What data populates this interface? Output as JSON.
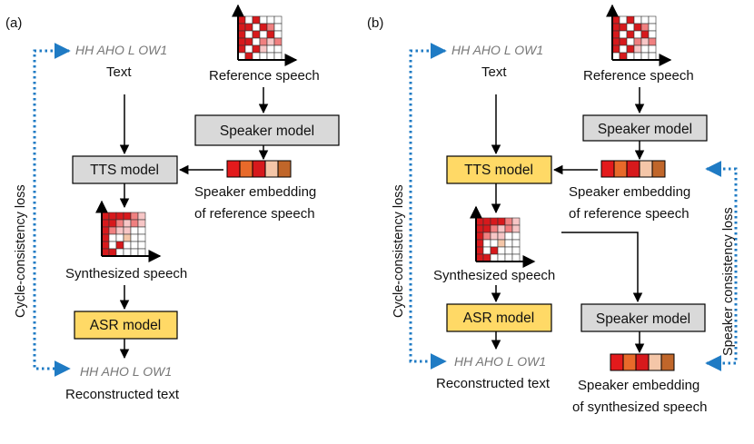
{
  "panels": {
    "a": {
      "label": "(a)",
      "phoneme_text": "HH AHO L OW1",
      "text_label": "Text",
      "reference_speech_label": "Reference speech",
      "speaker_model_label": "Speaker model",
      "tts_model_label": "TTS model",
      "speaker_embedding_label_line1": "Speaker embedding",
      "speaker_embedding_label_line2": "of reference speech",
      "synthesized_speech_label": "Synthesized speech",
      "asr_model_label": "ASR model",
      "reconstructed_phoneme_text": "HH AHO L OW1",
      "reconstructed_text_label": "Reconstructed text",
      "cycle_loss_label": "Cycle-consistency loss"
    },
    "b": {
      "label": "(b)",
      "phoneme_text": "HH AHO L OW1",
      "text_label": "Text",
      "reference_speech_label": "Reference speech",
      "speaker_model_label": "Speaker model",
      "tts_model_label": "TTS model",
      "speaker_embedding_label_line1": "Speaker embedding",
      "speaker_embedding_label_line2": "of reference speech",
      "synthesized_speech_label": "Synthesized speech",
      "asr_model_label": "ASR model",
      "reconstructed_phoneme_text": "HH AHO L OW1",
      "reconstructed_text_label": "Reconstructed text",
      "speaker_model_2_label": "Speaker model",
      "synth_embedding_label_line1": "Speaker embedding",
      "synth_embedding_label_line2": "of synthesized speech",
      "cycle_loss_label": "Cycle-consistency loss",
      "speaker_loss_label": "Speaker consistency loss"
    }
  },
  "colors": {
    "gray_box": "#d9d9d9",
    "yellow_box": "#ffd966",
    "loss_arrow": "#1f7bc4",
    "embedding_cells": [
      "#e31a1c",
      "#e86a2a",
      "#d7191c",
      "#f4c6a8",
      "#c0662a"
    ],
    "spectrogram_dark": "#d7191c",
    "spectrogram_mid": "#f08080",
    "spectrogram_light": "#f7c6c6",
    "spectrogram_peach": "#f4c6a8"
  }
}
